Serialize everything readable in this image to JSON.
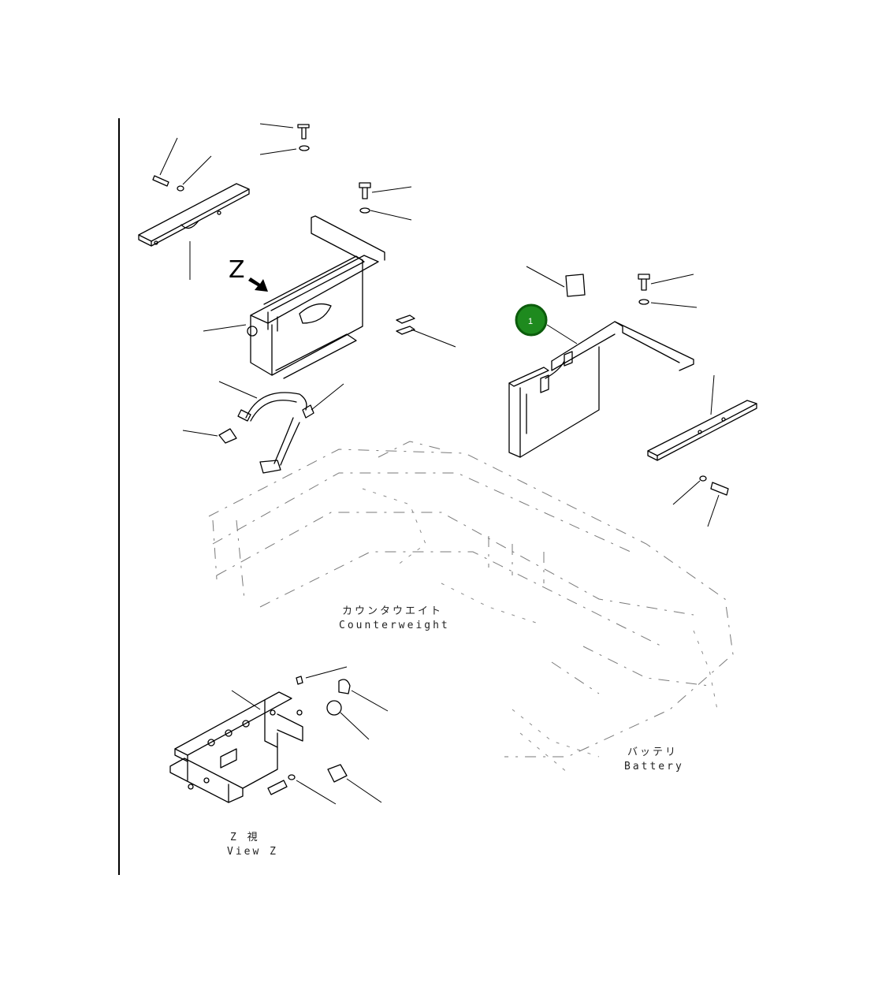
{
  "labels": {
    "view_letter": "Z",
    "counterweight_jp": "カウンタウエイト",
    "counterweight_en": "Counterweight",
    "battery_jp": "バッテリ",
    "battery_en": "Battery",
    "view_jp": "Z 視",
    "view_en": "View Z"
  },
  "callouts": [
    {
      "number": "1",
      "color": "#1e8a1e",
      "ring_color": "#0c5c0c"
    }
  ],
  "colors": {
    "line": "#000000",
    "background": "#ffffff",
    "phantom": "#7a7a7a"
  }
}
